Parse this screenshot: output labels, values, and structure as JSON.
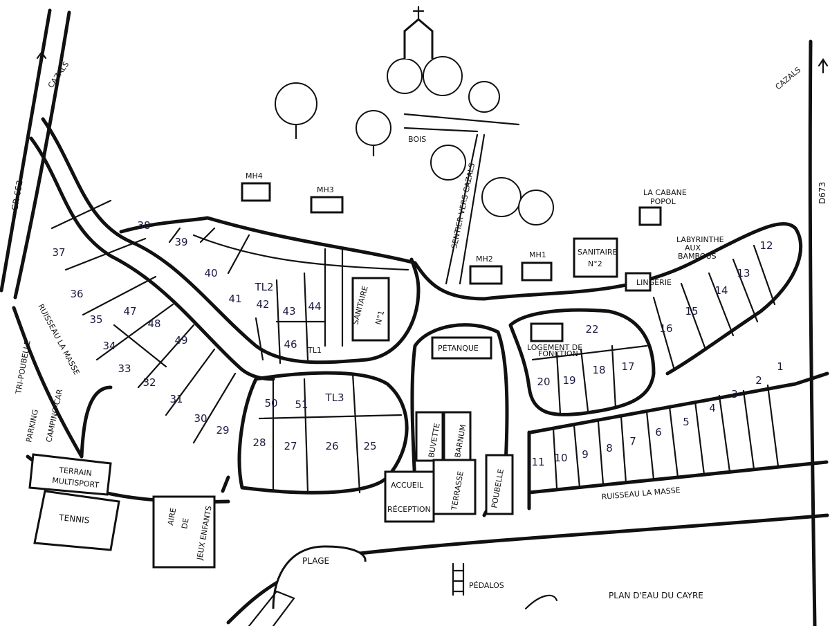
{
  "roads": {
    "cazals_left": "CAZALS",
    "cazals_right": "CAZALS",
    "gr652": "GR 652",
    "d673": "D673",
    "ruisseau_left": "RUISSEAU LA MASSE",
    "ruisseau_right": "RUISSEAU LA MASSE",
    "sentier": "SENTIER VERS CAZALS",
    "bois": "BOIS"
  },
  "water": {
    "lake": "PLAN D'EAU DU CAYRE",
    "plage": "PLAGE",
    "pedalos": "PÉDALOS"
  },
  "buildings": {
    "mh1": "MH1",
    "mh2": "MH2",
    "mh3": "MH3",
    "mh4": "MH4",
    "tl1": "TL1",
    "tl2": "TL2",
    "tl3": "TL3",
    "cabane_1": "LA CABANE",
    "cabane_2": "POPOL",
    "labyrinthe_1": "LABYRINTHE",
    "labyrinthe_2": "AUX",
    "labyrinthe_3": "BAMBOUS",
    "lingerie": "LINGERIE",
    "sanitaire1_1": "SANITAIRE",
    "sanitaire1_2": "N°1",
    "sanitaire2_1": "SANITAIRE",
    "sanitaire2_2": "N°2",
    "logement_1": "LOGEMENT DE",
    "logement_2": "FONCTION",
    "petanque": "PÉTANQUE",
    "buvette": "BUVETTE",
    "barnum": "BARNUM",
    "accueil_1": "ACCUEIL",
    "accueil_2": "RÉCEPTION",
    "terrasse": "TERRASSE",
    "poubelle": "POUBELLE",
    "tri_poubelle": "TRI-POUBELLE",
    "parking_1": "PARKING",
    "parking_2": "CAMPING-CAR",
    "multisport_1": "TERRAIN",
    "multisport_2": "MULTISPORT",
    "tennis": "TENNIS",
    "aire_1": "AIRE",
    "aire_2": "DE",
    "aire_3": "JEUX ENFANTS"
  },
  "pitches": [
    "1",
    "2",
    "3",
    "4",
    "5",
    "6",
    "7",
    "8",
    "9",
    "10",
    "11",
    "12",
    "13",
    "14",
    "15",
    "16",
    "17",
    "18",
    "19",
    "20",
    "22",
    "25",
    "26",
    "27",
    "28",
    "29",
    "30",
    "31",
    "32",
    "33",
    "34",
    "35",
    "36",
    "37",
    "38",
    "39",
    "40",
    "41",
    "42",
    "43",
    "44",
    "46",
    "47",
    "48",
    "49",
    "50",
    "51"
  ]
}
